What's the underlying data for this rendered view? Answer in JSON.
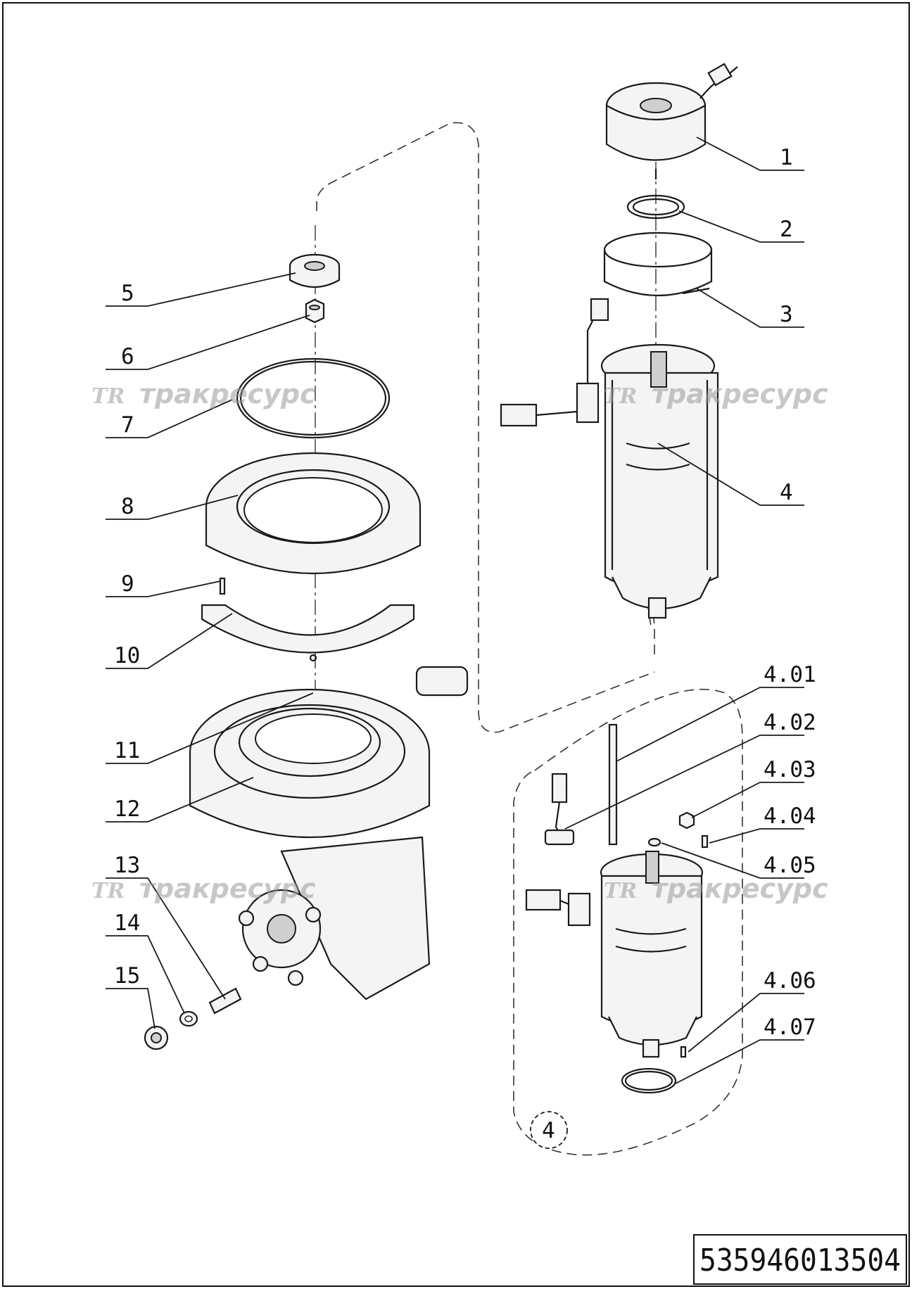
{
  "callouts": {
    "c1": "1",
    "c2": "2",
    "c3": "3",
    "c4": "4",
    "c5": "5",
    "c6": "6",
    "c7": "7",
    "c8": "8",
    "c9": "9",
    "c10": "10",
    "c11": "11",
    "c12": "12",
    "c13": "13",
    "c14": "14",
    "c15": "15",
    "c401": "4.01",
    "c402": "4.02",
    "c403": "4.03",
    "c404": "4.04",
    "c405": "4.05",
    "c406": "4.06",
    "c407": "4.07",
    "detail_marker": "4"
  },
  "watermark": {
    "logo": "TR",
    "text": "тракресурс"
  },
  "document_number": "535946013504"
}
